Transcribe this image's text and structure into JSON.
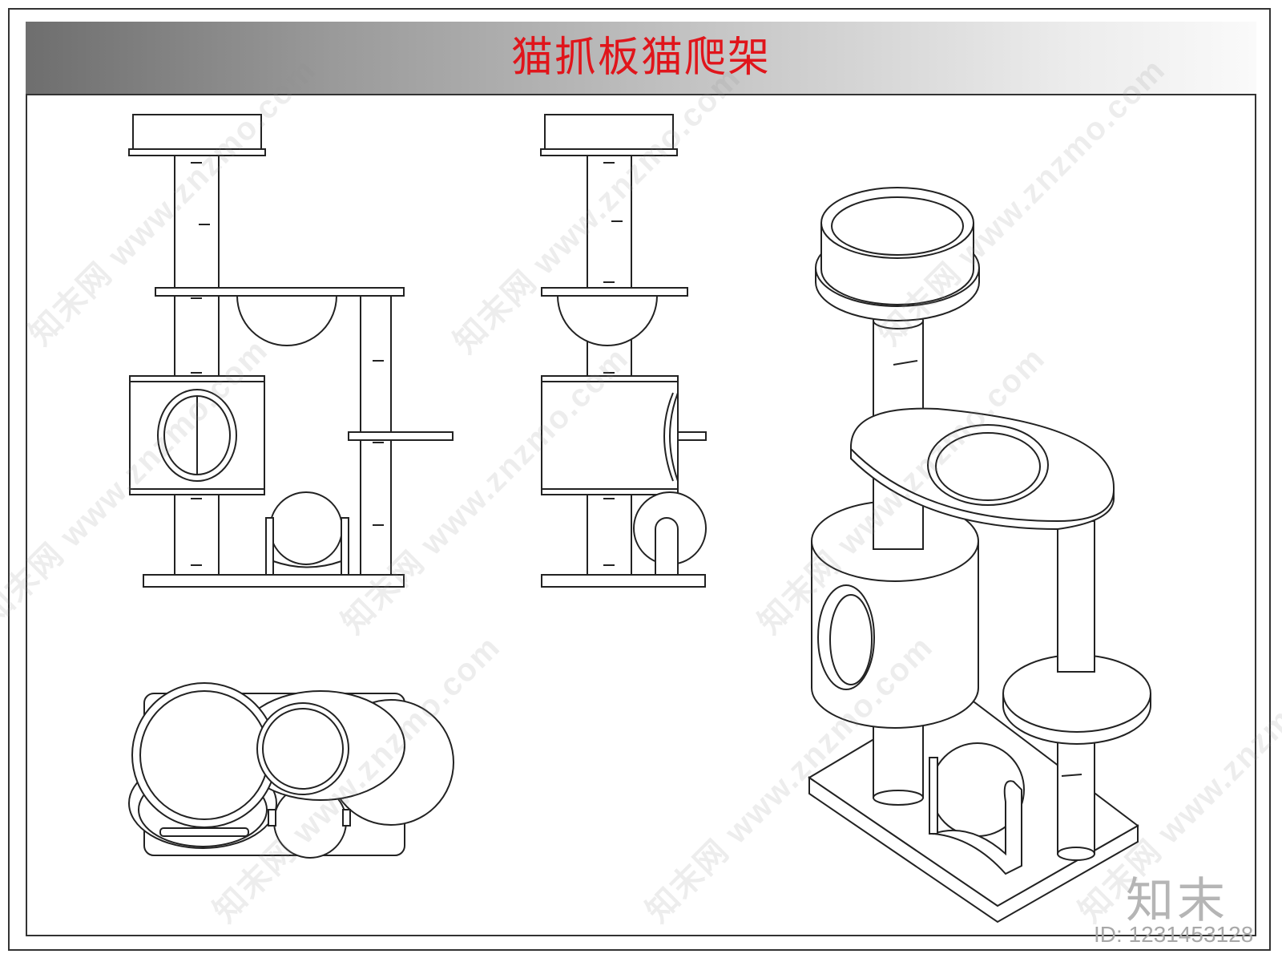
{
  "title": "猫抓板猫爬架",
  "watermark": "知末网 www.znzmo.com",
  "logo": "知末",
  "id_label": "ID: 1231453128",
  "colors": {
    "title": "#e0151b",
    "line": "#222222"
  }
}
